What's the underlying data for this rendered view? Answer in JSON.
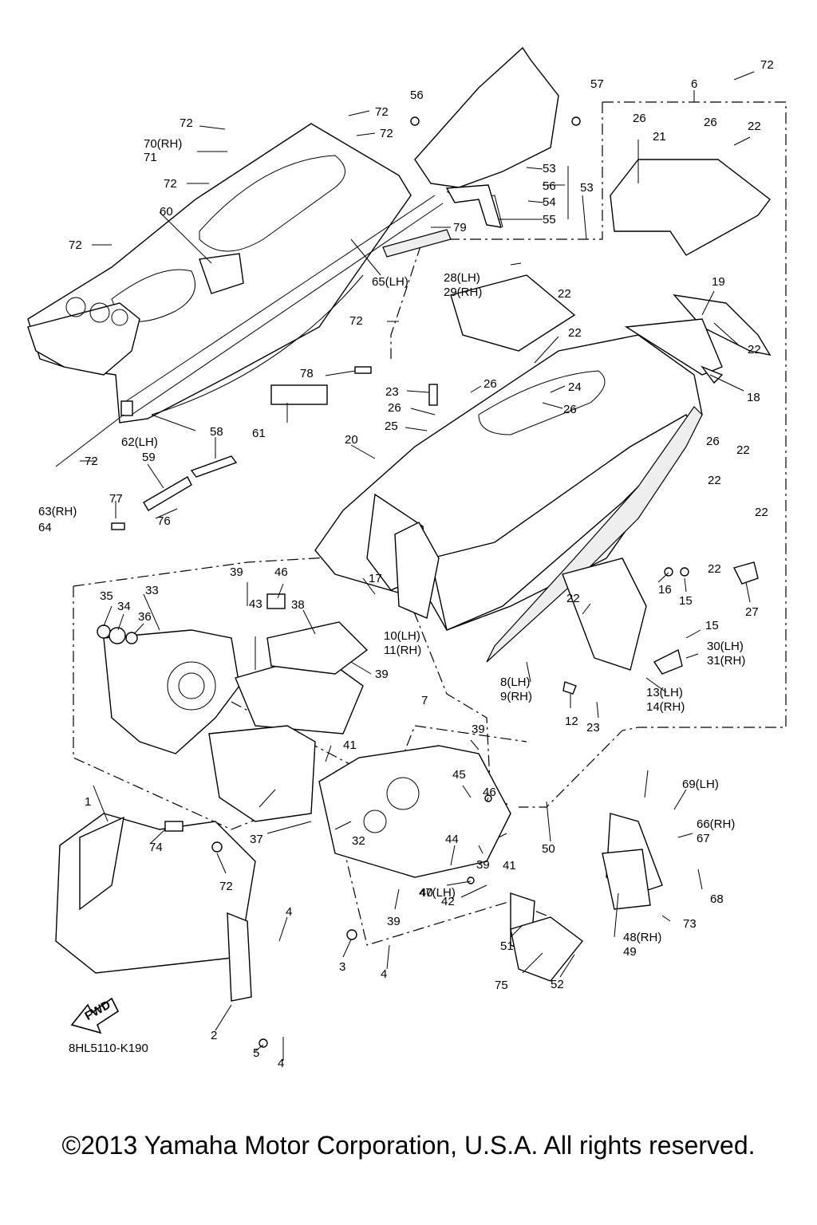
{
  "diagram": {
    "drawing_code": "8HL5110-K190",
    "direction_label": "FWD",
    "copyright": "©2013 Yamaha Motor Corporation, U.S.A. All rights reserved.",
    "callouts": [
      "1",
      "2",
      "3",
      "4",
      "4",
      "4",
      "5",
      "6",
      "7",
      "8(LH)",
      "9(RH)",
      "10(LH)",
      "11(RH)",
      "12",
      "13(LH)",
      "14(RH)",
      "15",
      "15",
      "16",
      "17",
      "18",
      "19",
      "20",
      "21",
      "22",
      "22",
      "22",
      "22",
      "22",
      "22",
      "22",
      "22",
      "22",
      "23",
      "23",
      "24",
      "25",
      "26",
      "26",
      "26",
      "26",
      "26",
      "26",
      "27",
      "28(LH)",
      "29(RH)",
      "30(LH)",
      "31(RH)",
      "32",
      "33",
      "34",
      "35",
      "36",
      "37",
      "38",
      "39",
      "39",
      "39",
      "39",
      "39",
      "40",
      "41",
      "41",
      "42",
      "43",
      "44",
      "45",
      "46",
      "46",
      "47(LH)",
      "48(RH)",
      "49",
      "50",
      "51",
      "52",
      "53",
      "53",
      "54",
      "55",
      "56",
      "56",
      "57",
      "58",
      "59",
      "60",
      "61",
      "62(LH)",
      "63(RH)",
      "64",
      "65(LH)",
      "66(RH)",
      "67",
      "68",
      "69(LH)",
      "70(RH)",
      "71",
      "72",
      "72",
      "72",
      "72",
      "72",
      "72",
      "72",
      "72",
      "72",
      "73",
      "74",
      "75",
      "76",
      "77",
      "78",
      "79"
    ]
  }
}
